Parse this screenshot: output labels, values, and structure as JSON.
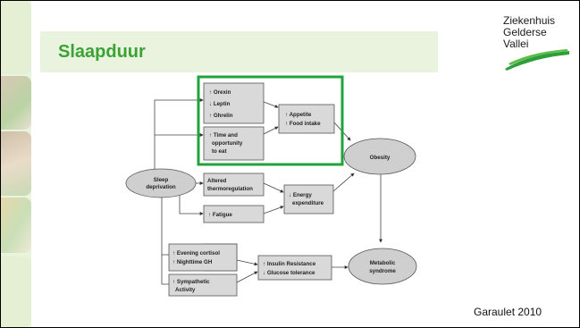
{
  "slide": {
    "title": "Slaapduur",
    "citation": "Garaulet 2010"
  },
  "logo": {
    "lines": [
      "Ziekenhuis",
      "Gelderse",
      "Vallei"
    ],
    "accent_color": "#2e9d3a"
  },
  "diagram": {
    "highlight_color": "#1fa33a",
    "nodes": {
      "sleep": [
        "Sleep",
        "deprivation"
      ],
      "hormones": [
        "↑ Orexin",
        "↓ Leptin",
        "↑ Ghrelin"
      ],
      "time": [
        "↑ Time and",
        "opportunity",
        "to eat"
      ],
      "appetite": [
        "↑ Appetite",
        "↑ Food intake"
      ],
      "obesity": [
        "Obesity"
      ],
      "thermo": [
        "Altered",
        "thermoregulation"
      ],
      "fatigue": [
        "↑ Fatigue"
      ],
      "energy": [
        "↓ Energy",
        "expenditure"
      ],
      "cortisol": [
        "↑ Evening cortisol",
        "↑ Nighttime GH"
      ],
      "sympathetic": [
        "↑ Sympathetic",
        "Activity"
      ],
      "insulin": [
        "↑ Insulin Resistance",
        "↓ Glucose tolerance"
      ],
      "metabolic": [
        "Metabolic",
        "syndrome"
      ]
    }
  }
}
